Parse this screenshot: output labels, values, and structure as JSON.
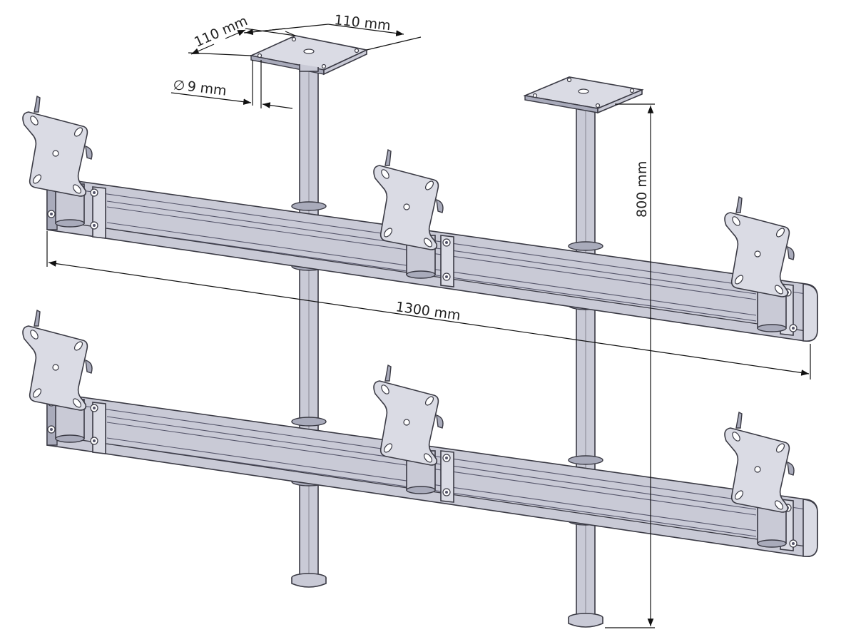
{
  "dimensions": {
    "plate_width": "110 mm",
    "plate_depth": "110 mm",
    "hole_diameter": "9 mm",
    "diameter_symbol": "∅",
    "overall_length": "1300 mm",
    "overall_height": "800 mm"
  },
  "colors": {
    "metal": "#c9cad6",
    "outline": "#3a3a44",
    "dimension_line": "#111111"
  }
}
